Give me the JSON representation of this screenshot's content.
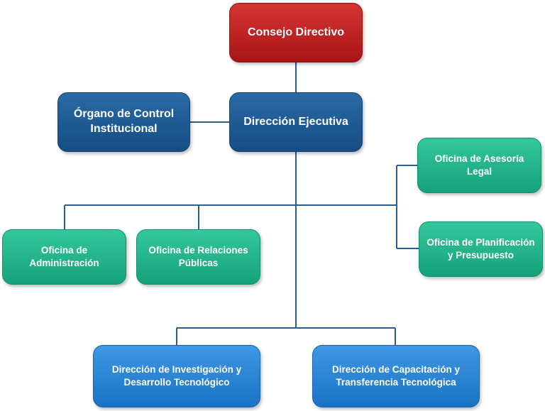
{
  "nodes": {
    "consejo": "Consejo Directivo",
    "direccion_ejecutiva": "Dirección Ejecutiva",
    "organo_control": "Órgano de Control Institucional",
    "asesoria_legal": "Oficina de Asesoría Legal",
    "planificacion": "Oficina de Planificación y Presupuesto",
    "administracion": "Oficina de Administración",
    "relaciones_publicas": "Oficina de Relaciones Públicas",
    "investigacion": "Dirección de Investigación y Desarrollo Tecnológico",
    "capacitacion": "Dirección de Capacitación y Transferencia Tecnológica"
  },
  "colors": {
    "top": "#c62828",
    "executive": "#1f5b94",
    "office": "#1fb287",
    "direction": "#2784d6",
    "connector": "#2f5d8c"
  }
}
